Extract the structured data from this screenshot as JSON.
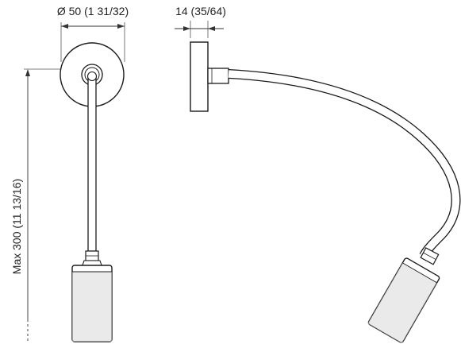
{
  "dimensions": {
    "diameter_label": "Ø 50 (1 31/32)",
    "depth_label": "14 (35/64)",
    "height_label": "Max 300 (11 13/16)"
  },
  "colors": {
    "line": "#1a1a1a",
    "shade": "#d9d9d9",
    "dim_line": "#333333"
  }
}
